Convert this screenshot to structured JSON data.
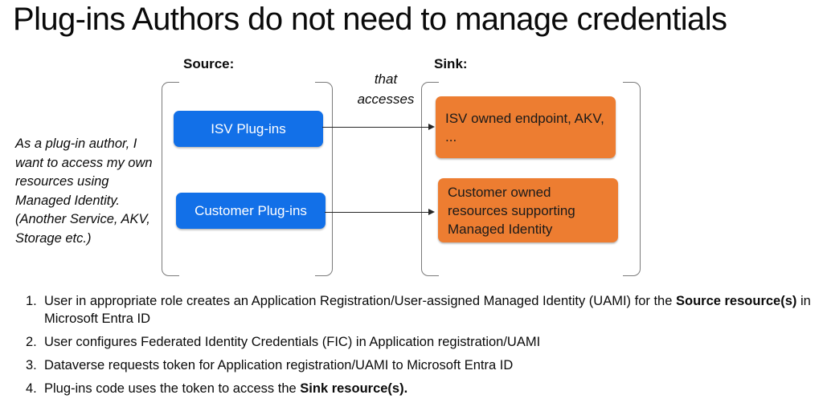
{
  "title": "Plug-ins Authors do not need to manage credentials",
  "diagram": {
    "source_header": "Source:",
    "sink_header": "Sink:",
    "edge_label_line1": "that",
    "edge_label_line2": "accesses",
    "persona_note": "As a plug-in author, I want to access my own resources using Managed Identity. (Another Service, AKV, Storage etc.)",
    "source_nodes": [
      {
        "label": "ISV Plug-ins",
        "color": "#1270E8"
      },
      {
        "label": "Customer Plug-ins",
        "color": "#1270E8"
      }
    ],
    "sink_nodes": [
      {
        "label": "ISV owned endpoint, AKV, ...",
        "color": "#ED7D31"
      },
      {
        "label": "Customer owned resources supporting Managed Identity",
        "color": "#ED7D31"
      }
    ]
  },
  "steps": [
    {
      "num": "1.",
      "pre": "User in appropriate role creates an Application Registration/User-assigned Managed Identity (UAMI) for the ",
      "bold": "Source resource(s)",
      "post": " in Microsoft Entra ID"
    },
    {
      "num": "2.",
      "pre": "User configures Federated Identity Credentials (FIC) in Application registration/UAMI",
      "bold": "",
      "post": ""
    },
    {
      "num": "3.",
      "pre": "Dataverse requests token for Application registration/UAMI to Microsoft Entra ID",
      "bold": "",
      "post": ""
    },
    {
      "num": "4.",
      "pre": "Plug-ins code uses the token to access the ",
      "bold": "Sink resource(s).",
      "post": ""
    }
  ]
}
